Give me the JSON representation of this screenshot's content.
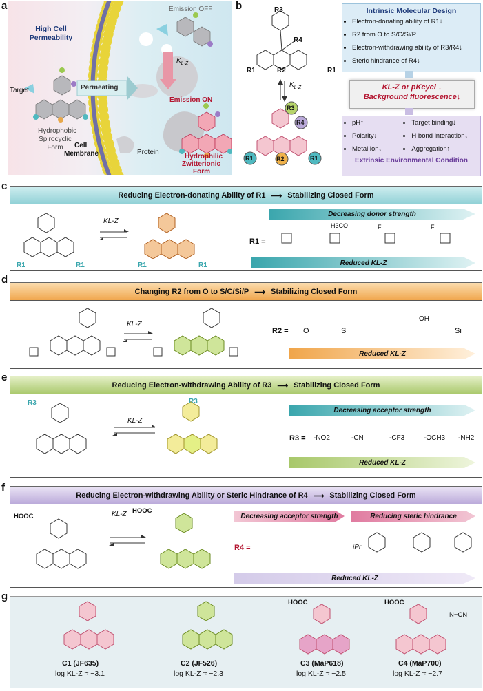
{
  "panel_a": {
    "letter": "a",
    "high_perm": "High Cell Permeability",
    "target": "Target",
    "hydrophobic": "Hydrophobic",
    "spirocyclic": "Spirocyclic Form",
    "permeating": "Permeating",
    "cell": "Cell",
    "membrane": "Membrane",
    "emission_off": "Emission OFF",
    "emission_on": "Emission ON",
    "klz": "K",
    "klz_sub": "L-Z",
    "protein": "Protein",
    "hydrophilic": "Hydrophilic",
    "zwitterionic": "Zwitterionic",
    "form": "Form"
  },
  "panel_b": {
    "letter": "b",
    "r1": "R1",
    "r2": "R2",
    "r3": "R3",
    "r4": "R4",
    "klz": "K",
    "klz_sub": "L-Z",
    "intrinsic_title": "Intrinsic Molecular Design",
    "intrinsic_items": [
      "Electron-donating ability of R1↓",
      "R2 from O to S/C/Si/P",
      "Electron-withdrawing ability of R3/R4↓",
      "Steric hindrance of R4↓"
    ],
    "k_line": "KL-Z or pKcycl ↓",
    "bg_line": "Background fluorescence↓",
    "extrinsic_left": [
      "pH↑",
      "Polarity↓",
      "Metal ion↓"
    ],
    "extrinsic_right": [
      "Target binding↓",
      "H bond interaction↓",
      "Aggregation↑"
    ],
    "extrinsic_title": "Extrinsic Environmental Condition"
  },
  "panel_c": {
    "letter": "c",
    "header_left": "Reducing Electron-donating Ability of R1",
    "header_right": "Stabilizing Closed Form",
    "arrow1": "Decreasing donor strength",
    "arrow2": "Reduced KL-Z",
    "r_label": "R1 =",
    "sub_och3": "H3CO",
    "sub_f": "F",
    "sub_f2": "F",
    "klz": "KL-Z"
  },
  "panel_d": {
    "letter": "d",
    "header_left": "Changing R2 from O to S/C/Si/P",
    "header_right": "Stabilizing Closed Form",
    "r_label": "R2 =",
    "atoms": [
      "O",
      "S",
      "",
      "OH",
      "Si"
    ],
    "arrow": "Reduced KL-Z",
    "klz": "KL-Z"
  },
  "panel_e": {
    "letter": "e",
    "header_left": "Reducing Electron-withdrawing Ability of R3",
    "header_right": "Stabilizing Closed Form",
    "arrow1": "Decreasing acceptor strength",
    "r_label": "R3 =",
    "groups": [
      "-NO2",
      "-CN",
      "-CF3",
      "-OCH3",
      "-NH2"
    ],
    "arrow2": "Reduced KL-Z",
    "klz": "KL-Z"
  },
  "panel_f": {
    "letter": "f",
    "header_left": "Reducing Electron-withdrawing Ability or Steric Hindrance of R4",
    "header_right": "Stabilizing Closed Form",
    "arrow1": "Decreasing acceptor strength",
    "arrow2": "Reducing steric hindrance",
    "r_label": "R4 =",
    "hooc1": "HOOC",
    "hooc2": "HOOC",
    "ipr": "iPr",
    "arrow3": "Reduced KL-Z",
    "klz": "KL-Z"
  },
  "panel_g": {
    "letter": "g",
    "compounds": [
      {
        "name": "C1 (JF635)",
        "logk": "log KL-Z ≈ −3.1"
      },
      {
        "name": "C2 (JF526)",
        "logk": "log KL-Z ≈ −2.3"
      },
      {
        "name": "C3 (MaP618)",
        "logk": "log KL-Z ≈ −2.5"
      },
      {
        "name": "C4 (MaP700)",
        "logk": "log KL-Z ≈ −2.7"
      }
    ],
    "hooc3": "HOOC",
    "hooc4": "HOOC",
    "cn": "N−CN"
  },
  "colors": {
    "teal": "#5fbfc4",
    "orange": "#f0a54a",
    "green": "#a8c86a",
    "purple": "#b9a8d9",
    "pink": "#e07ba0",
    "dark_red": "#b3142f"
  }
}
